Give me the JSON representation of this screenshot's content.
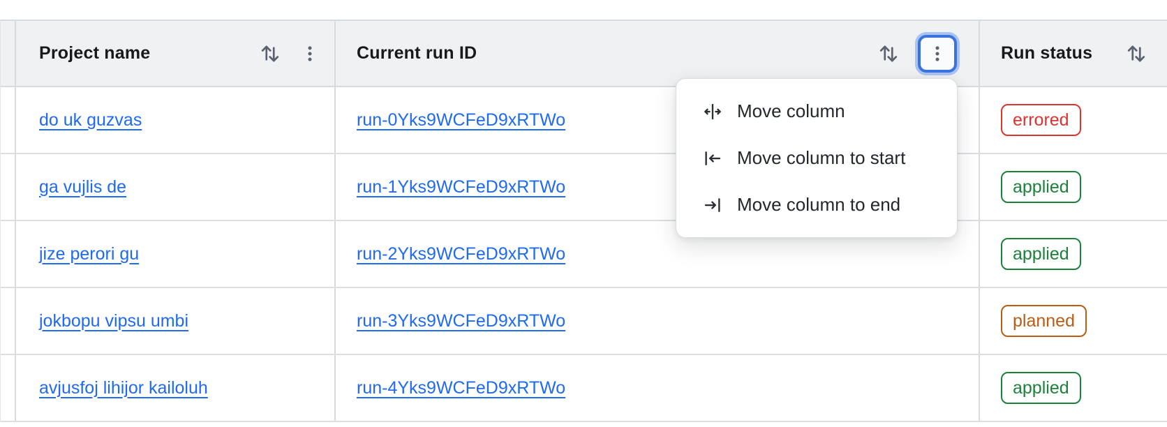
{
  "table": {
    "columns": [
      {
        "label": "Project name",
        "sort_icon": "sort-arrows-icon",
        "menu_icon": "kebab-icon"
      },
      {
        "label": "Current run ID",
        "sort_icon": "sort-arrows-icon",
        "menu_icon": "kebab-icon",
        "menu_button_focused": true
      },
      {
        "label": "Run status",
        "sort_icon": "sort-arrows-icon"
      }
    ],
    "rows": [
      {
        "project": "do uk guzvas",
        "run_id": "run-0Yks9WCFeD9xRTWo",
        "status": "errored"
      },
      {
        "project": "ga vujlis de",
        "run_id": "run-1Yks9WCFeD9xRTWo",
        "status": "applied"
      },
      {
        "project": "jize perori gu",
        "run_id": "run-2Yks9WCFeD9xRTWo",
        "status": "applied"
      },
      {
        "project": "jokbopu vipsu umbi",
        "run_id": "run-3Yks9WCFeD9xRTWo",
        "status": "planned"
      },
      {
        "project": "avjusfoj lihijor kailoluh",
        "run_id": "run-4Yks9WCFeD9xRTWo",
        "status": "applied"
      }
    ]
  },
  "menu": {
    "items": [
      {
        "label": "Move column",
        "icon": "move-column-icon"
      },
      {
        "label": "Move column to start",
        "icon": "move-column-to-start-icon"
      },
      {
        "label": "Move column to end",
        "icon": "move-column-to-end-icon"
      }
    ]
  },
  "colors": {
    "link_blue": "#1f6af0",
    "status_errored": "#df332f",
    "status_applied": "#1c8139",
    "status_planned": "#b95c16",
    "header_bg": "#eff1f3",
    "divider": "#d7dade",
    "icon_gray": "#5a626d",
    "focus_ring_blue": "#3b72e0",
    "focus_halo_blue": "#a9c4f4"
  }
}
